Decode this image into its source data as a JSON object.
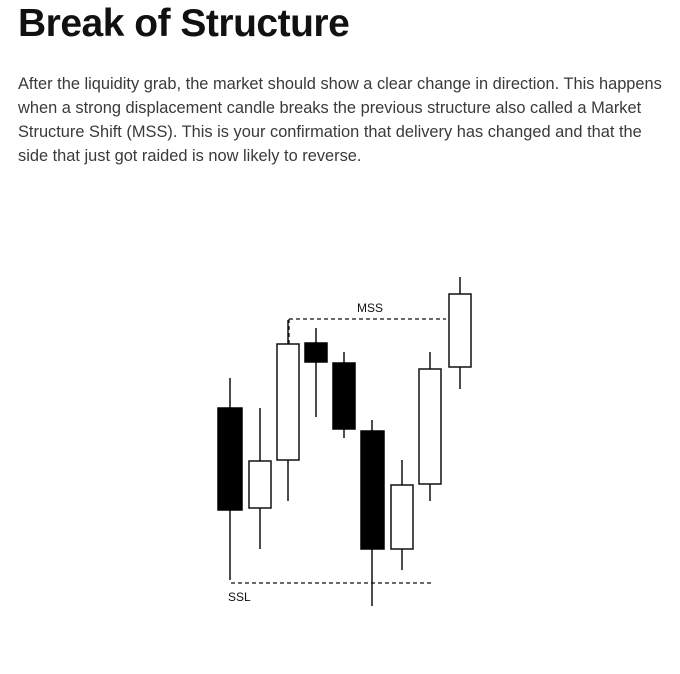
{
  "heading": "Break of Structure",
  "paragraph": "After the liquidity grab, the market should show a clear change in direction. This happens when a strong displacement candle breaks the previous structure also called a Market Structure Shift (MSS). This is your confirmation that delivery has changed and that the side that just got raided is now likely to reverse.",
  "diagram": {
    "mss_label": "MSS",
    "ssl_label": "SSL"
  }
}
